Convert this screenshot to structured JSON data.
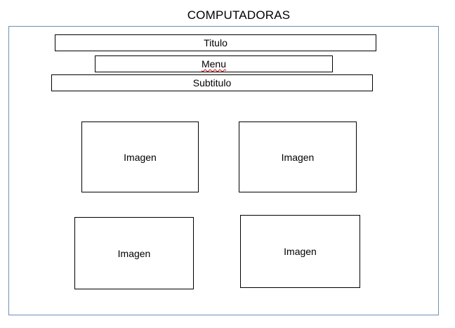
{
  "page_title": "COMPUTADORAS",
  "header": {
    "titulo": "Titulo",
    "menu": "Menu",
    "subtitulo": "Subtitulo"
  },
  "images": [
    {
      "label": "Imagen"
    },
    {
      "label": "Imagen"
    },
    {
      "label": "Imagen"
    },
    {
      "label": "Imagen"
    }
  ],
  "colors": {
    "frame_border": "#6d8fb5",
    "box_border": "#000000",
    "spellcheck_underline": "#cc0000"
  }
}
